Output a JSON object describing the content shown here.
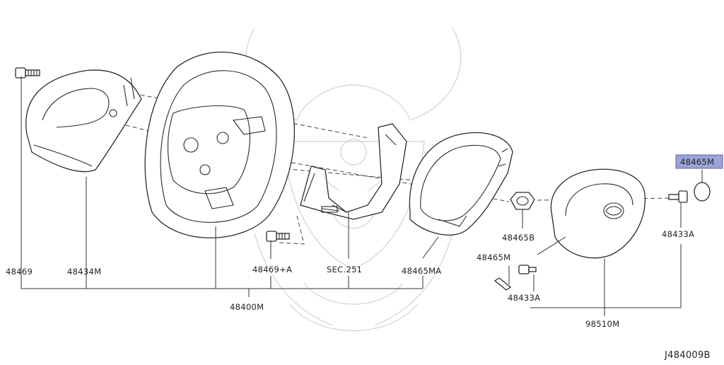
{
  "callouts": {
    "p48469": "48469",
    "p48434M": "48434M",
    "p48400M": "48400M",
    "p48469A": "48469+A",
    "sec251": "SEC.251",
    "p48465MA": "48465MA",
    "p48465B": "48465B",
    "p48465M_small": "48465M",
    "p48433A_low": "48433A",
    "p98510M": "98510M",
    "p48433A_right": "48433A",
    "p48465M_selected": "48465M"
  },
  "diagram_code": "J484009B",
  "colors": {
    "highlight": "#9aa4d6",
    "line": "#333333",
    "watermark": "#d8d8d8"
  },
  "icons": [
    "bolt-icon",
    "nut-icon",
    "emblem-cap-icon",
    "steering-wheel-icon",
    "airbag-module-icon",
    "column-cover-icon",
    "bezel-icon",
    "switch-bracket-icon",
    "watermark-logo-icon"
  ]
}
